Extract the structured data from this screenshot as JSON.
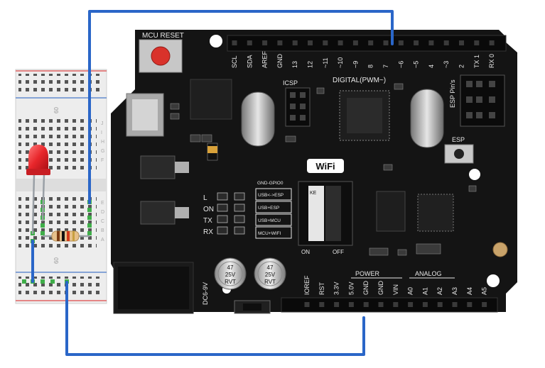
{
  "board": {
    "reset_label": "MCU RESET",
    "wifi_logo": "WiFi",
    "digital_label": "DIGITAL(PWM~)",
    "icsp_label": "ICSP",
    "esp_pins_label": "ESP Pin's",
    "esp_label": "ESP",
    "power_label": "POWER",
    "analog_label": "ANALOG",
    "dc_label": "DC6-9V",
    "led_labels": [
      "L",
      "ON",
      "TX",
      "RX"
    ],
    "mode_labels": [
      "USB<->ESP",
      "USB+ESP",
      "USB+MCU",
      "MCU+WIFI"
    ],
    "mode_header": "GND-GPIO0",
    "dip_on": "ON",
    "dip_off": "OFF",
    "dip_ke": "KE",
    "cap_text": [
      "47",
      "25V",
      "RVT"
    ],
    "top_pins": [
      "SCL",
      "SDA",
      "AREF",
      "GND",
      "13",
      "12",
      "~11",
      "~10",
      "~9",
      "8",
      "7",
      "~6",
      "~5",
      "4",
      "~3",
      "2",
      "TX 1",
      "RX 0"
    ],
    "bottom_pins": [
      "IOREF",
      "RST",
      "3.3V",
      "5.0V",
      "GND",
      "GND",
      "VIN",
      "A0",
      "A1",
      "A2",
      "A3",
      "A4",
      "A5"
    ]
  },
  "breadboard": {
    "row_number_top": "60",
    "row_number_bottom": "60",
    "rail_letters_top": [
      "J",
      "I",
      "H",
      "G",
      "F"
    ],
    "rail_letters_bottom": [
      "E",
      "D",
      "C",
      "B",
      "A"
    ]
  },
  "colors": {
    "board": "#111111",
    "wire": "#2a66c8",
    "led": "#e8262b",
    "reset_button": "#d9322b",
    "breadboard": "#eeeeee"
  }
}
